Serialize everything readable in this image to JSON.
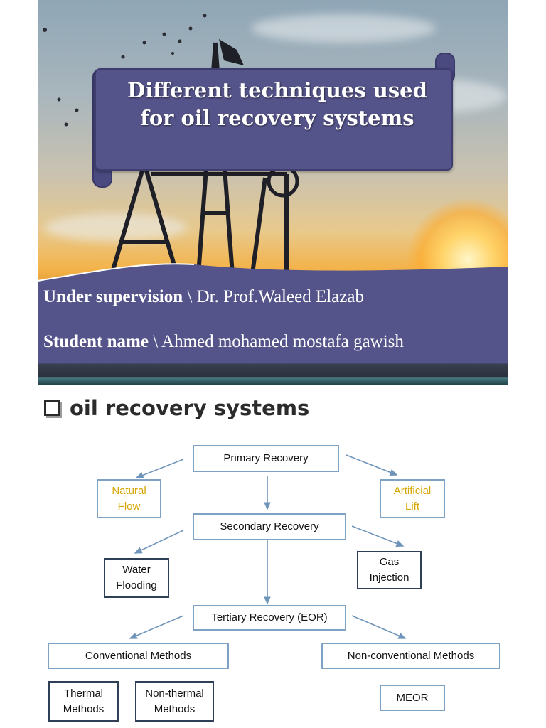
{
  "cover": {
    "title": "Different techniques used for oil recovery systems",
    "supervision_label": "Under  supervision",
    "supervision_sep": " \\ ",
    "supervisor": "Dr. Prof.Waleed Elazab",
    "student_label": "Student name",
    "student_sep": " \\ ",
    "student": "Ahmed mohamed mostafa gawish"
  },
  "section": {
    "title": "oil recovery systems"
  },
  "diagram": {
    "primary": "Primary Recovery",
    "natural_flow": "Natural Flow",
    "artificial_lift": "Artificial Lift",
    "secondary": "Secondary Recovery",
    "water_flooding": "Water Flooding",
    "gas_injection": "Gas Injection",
    "tertiary": "Tertiary Recovery (EOR)",
    "conventional": "Conventional Methods",
    "non_conventional": "Non-conventional Methods",
    "thermal": "Thermal Methods",
    "non_thermal": "Non-thermal Methods",
    "meor": "MEOR"
  },
  "colors": {
    "banner": "#55548a",
    "box_border": "#7ea2c4",
    "gold_text": "#d6a600"
  }
}
